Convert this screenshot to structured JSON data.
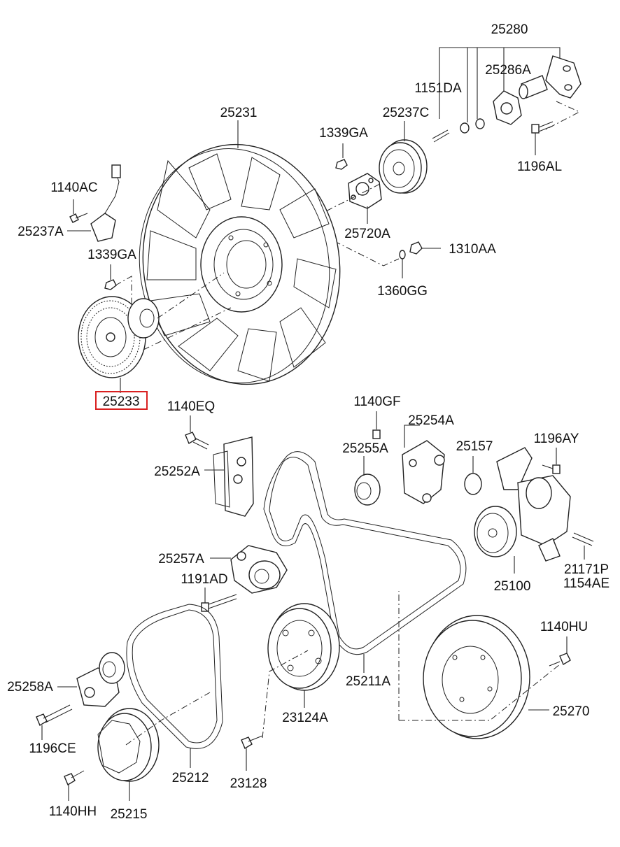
{
  "diagram": {
    "highlighted_part": "25233",
    "labels": {
      "p25280": "25280",
      "p25286A": "25286A",
      "p1151DA": "1151DA",
      "p25237C": "25237C",
      "p25231": "25231",
      "p1339GA_a": "1339GA",
      "p1196AL": "1196AL",
      "p1140AC": "1140AC",
      "p25237A": "25237A",
      "p25720A": "25720A",
      "p1339GA_b": "1339GA",
      "p1310AA": "1310AA",
      "p1360GG": "1360GG",
      "p25233": "25233",
      "p1140EQ": "1140EQ",
      "p1140GF": "1140GF",
      "p25254A": "25254A",
      "p25255A": "25255A",
      "p25157": "25157",
      "p1196AY": "1196AY",
      "p25252A": "25252A",
      "p25257A": "25257A",
      "p1191AD": "1191AD",
      "p21171P": "21171P",
      "p1154AE": "1154AE",
      "p25100": "25100",
      "p1140HU": "1140HU",
      "p25258A": "25258A",
      "p25211A": "25211A",
      "p1196CE": "1196CE",
      "p23124A": "23124A",
      "p25270": "25270",
      "p25212": "25212",
      "p23128": "23128",
      "p1140HH": "1140HH",
      "p25215": "25215"
    }
  }
}
